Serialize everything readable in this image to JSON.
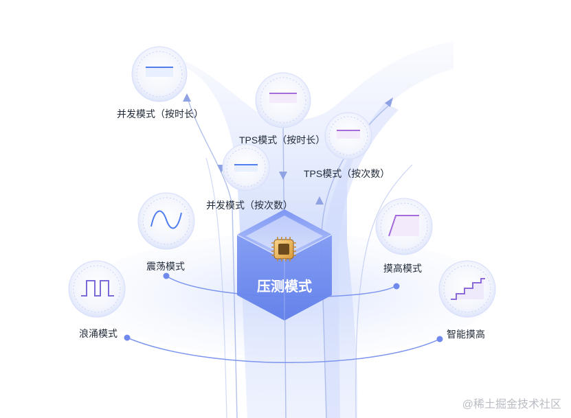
{
  "center": {
    "label": "压测模式"
  },
  "modes": [
    {
      "id": "concurrency-duration",
      "label": "并发模式（按时长）",
      "icon": "flat-line-icon"
    },
    {
      "id": "tps-duration",
      "label": "TPS模式（按时长）",
      "icon": "flat-line-icon"
    },
    {
      "id": "tps-count",
      "label": "TPS模式（按次数）",
      "icon": "flat-line-icon"
    },
    {
      "id": "concurrency-count",
      "label": "并发模式（按次数）",
      "icon": "flat-line-icon"
    },
    {
      "id": "oscillation",
      "label": "震荡模式",
      "icon": "sine-wave-icon"
    },
    {
      "id": "step-up",
      "label": "摸高模式",
      "icon": "ramp-icon"
    },
    {
      "id": "surge",
      "label": "浪涌模式",
      "icon": "square-wave-icon"
    },
    {
      "id": "smart-step-up",
      "label": "智能摸高",
      "icon": "staircase-icon"
    }
  ],
  "colors": {
    "blue_line": "#4f7df0",
    "purple_line": "#a46ad8",
    "hex_top": "#5b7cf0",
    "hex_front": "#7a95f4"
  },
  "watermark": "@稀土掘金技术社区"
}
